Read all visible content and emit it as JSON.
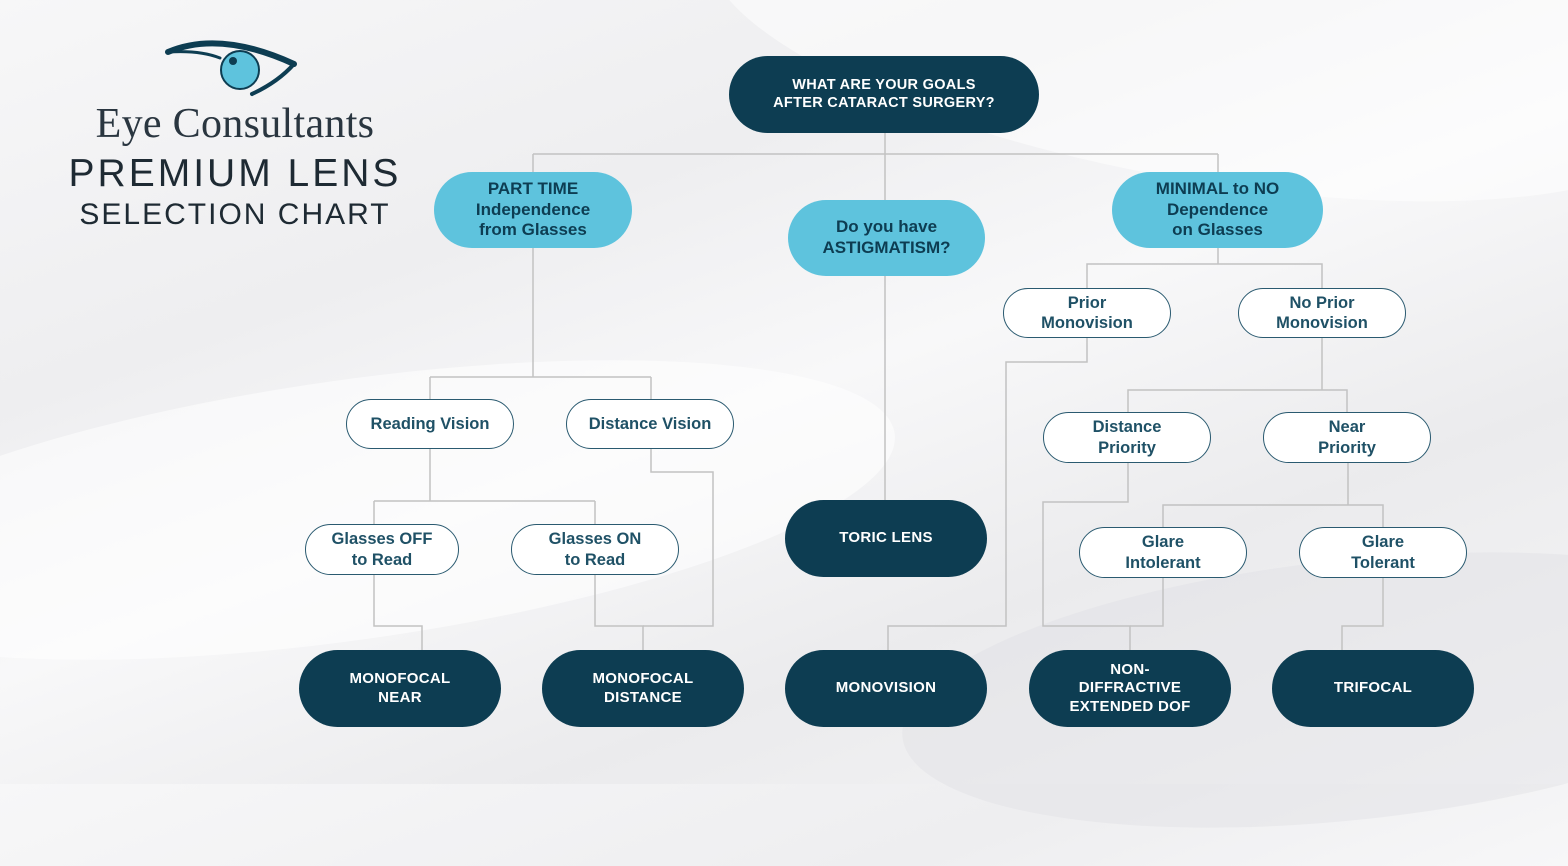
{
  "colors": {
    "dark": "#0d3d52",
    "cyan": "#5ec3dd",
    "outline": "#2a5a70",
    "line": "#c2c2c2",
    "eye_iris": "#5ec3dd"
  },
  "brand": {
    "name": "Eye Consultants",
    "title_line1": "PREMIUM LENS",
    "title_line2": "SELECTION CHART",
    "logo_icon": "eye-icon"
  },
  "nodes": {
    "goals": {
      "line1": "WHAT ARE YOUR GOALS",
      "line2": "AFTER CATARACT SURGERY?"
    },
    "part_time": {
      "line1": "PART TIME",
      "line2": "Independence",
      "line3": "from Glasses"
    },
    "astigmatism": {
      "line1": "Do you have",
      "line2": "ASTIGMATISM?"
    },
    "minimal": {
      "line1": "MINIMAL to NO",
      "line2": "Dependence",
      "line3": "on Glasses"
    },
    "prior_mono": {
      "line1": "Prior",
      "line2": "Monovision"
    },
    "no_prior_mono": {
      "line1": "No Prior",
      "line2": "Monovision"
    },
    "reading": {
      "line1": "Reading Vision"
    },
    "distance_vision": {
      "line1": "Distance Vision"
    },
    "distance_priority": {
      "line1": "Distance",
      "line2": "Priority"
    },
    "near_priority": {
      "line1": "Near",
      "line2": "Priority"
    },
    "glasses_off": {
      "line1": "Glasses OFF",
      "line2": "to Read"
    },
    "glasses_on": {
      "line1": "Glasses ON",
      "line2": "to Read"
    },
    "toric": {
      "line1": "TORIC LENS"
    },
    "glare_intolerant": {
      "line1": "Glare",
      "line2": "Intolerant"
    },
    "glare_tolerant": {
      "line1": "Glare",
      "line2": "Tolerant"
    },
    "mono_near": {
      "line1": "MONOFOCAL",
      "line2": "NEAR"
    },
    "mono_distance": {
      "line1": "MONOFOCAL",
      "line2": "DISTANCE"
    },
    "monovision": {
      "line1": "MONOVISION"
    },
    "non_diffractive": {
      "line1": "NON-",
      "line2": "DIFFRACTIVE",
      "line3": "EXTENDED DOF"
    },
    "trifocal": {
      "line1": "TRIFOCAL"
    }
  }
}
